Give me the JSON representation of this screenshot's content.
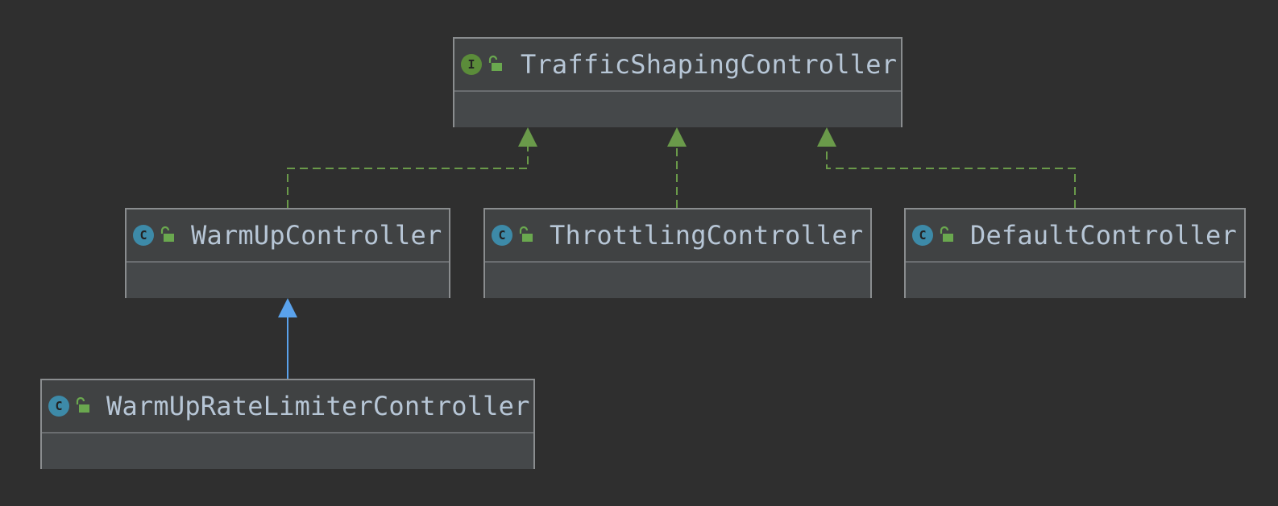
{
  "diagram": {
    "nodes": {
      "traffic_shaping": {
        "kind": "interface",
        "kind_letter": "I",
        "visibility_icon": "open-lock-icon",
        "title": "TrafficShapingController"
      },
      "warmup": {
        "kind": "class",
        "kind_letter": "C",
        "visibility_icon": "open-lock-icon",
        "title": "WarmUpController"
      },
      "throttling": {
        "kind": "class",
        "kind_letter": "C",
        "visibility_icon": "open-lock-icon",
        "title": "ThrottlingController"
      },
      "default": {
        "kind": "class",
        "kind_letter": "C",
        "visibility_icon": "open-lock-icon",
        "title": "DefaultController"
      },
      "warmup_rate_limiter": {
        "kind": "class",
        "kind_letter": "C",
        "visibility_icon": "open-lock-icon",
        "title": "WarmUpRateLimiterController"
      }
    },
    "edges": [
      {
        "from": "warmup",
        "to": "traffic_shaping",
        "type": "implements"
      },
      {
        "from": "throttling",
        "to": "traffic_shaping",
        "type": "implements"
      },
      {
        "from": "default",
        "to": "traffic_shaping",
        "type": "implements"
      },
      {
        "from": "warmup_rate_limiter",
        "to": "warmup",
        "type": "extends"
      }
    ],
    "colors": {
      "background": "#2f2f2f",
      "node_fill": "#45484a",
      "node_border": "#8a8d8f",
      "title_text": "#b7c6d6",
      "interface_icon": "#5b8c3a",
      "class_icon": "#3d8aa8",
      "lock_icon": "#6aa84f",
      "implements_edge": "#6a9a4a",
      "extends_edge": "#5aa2ec"
    }
  }
}
